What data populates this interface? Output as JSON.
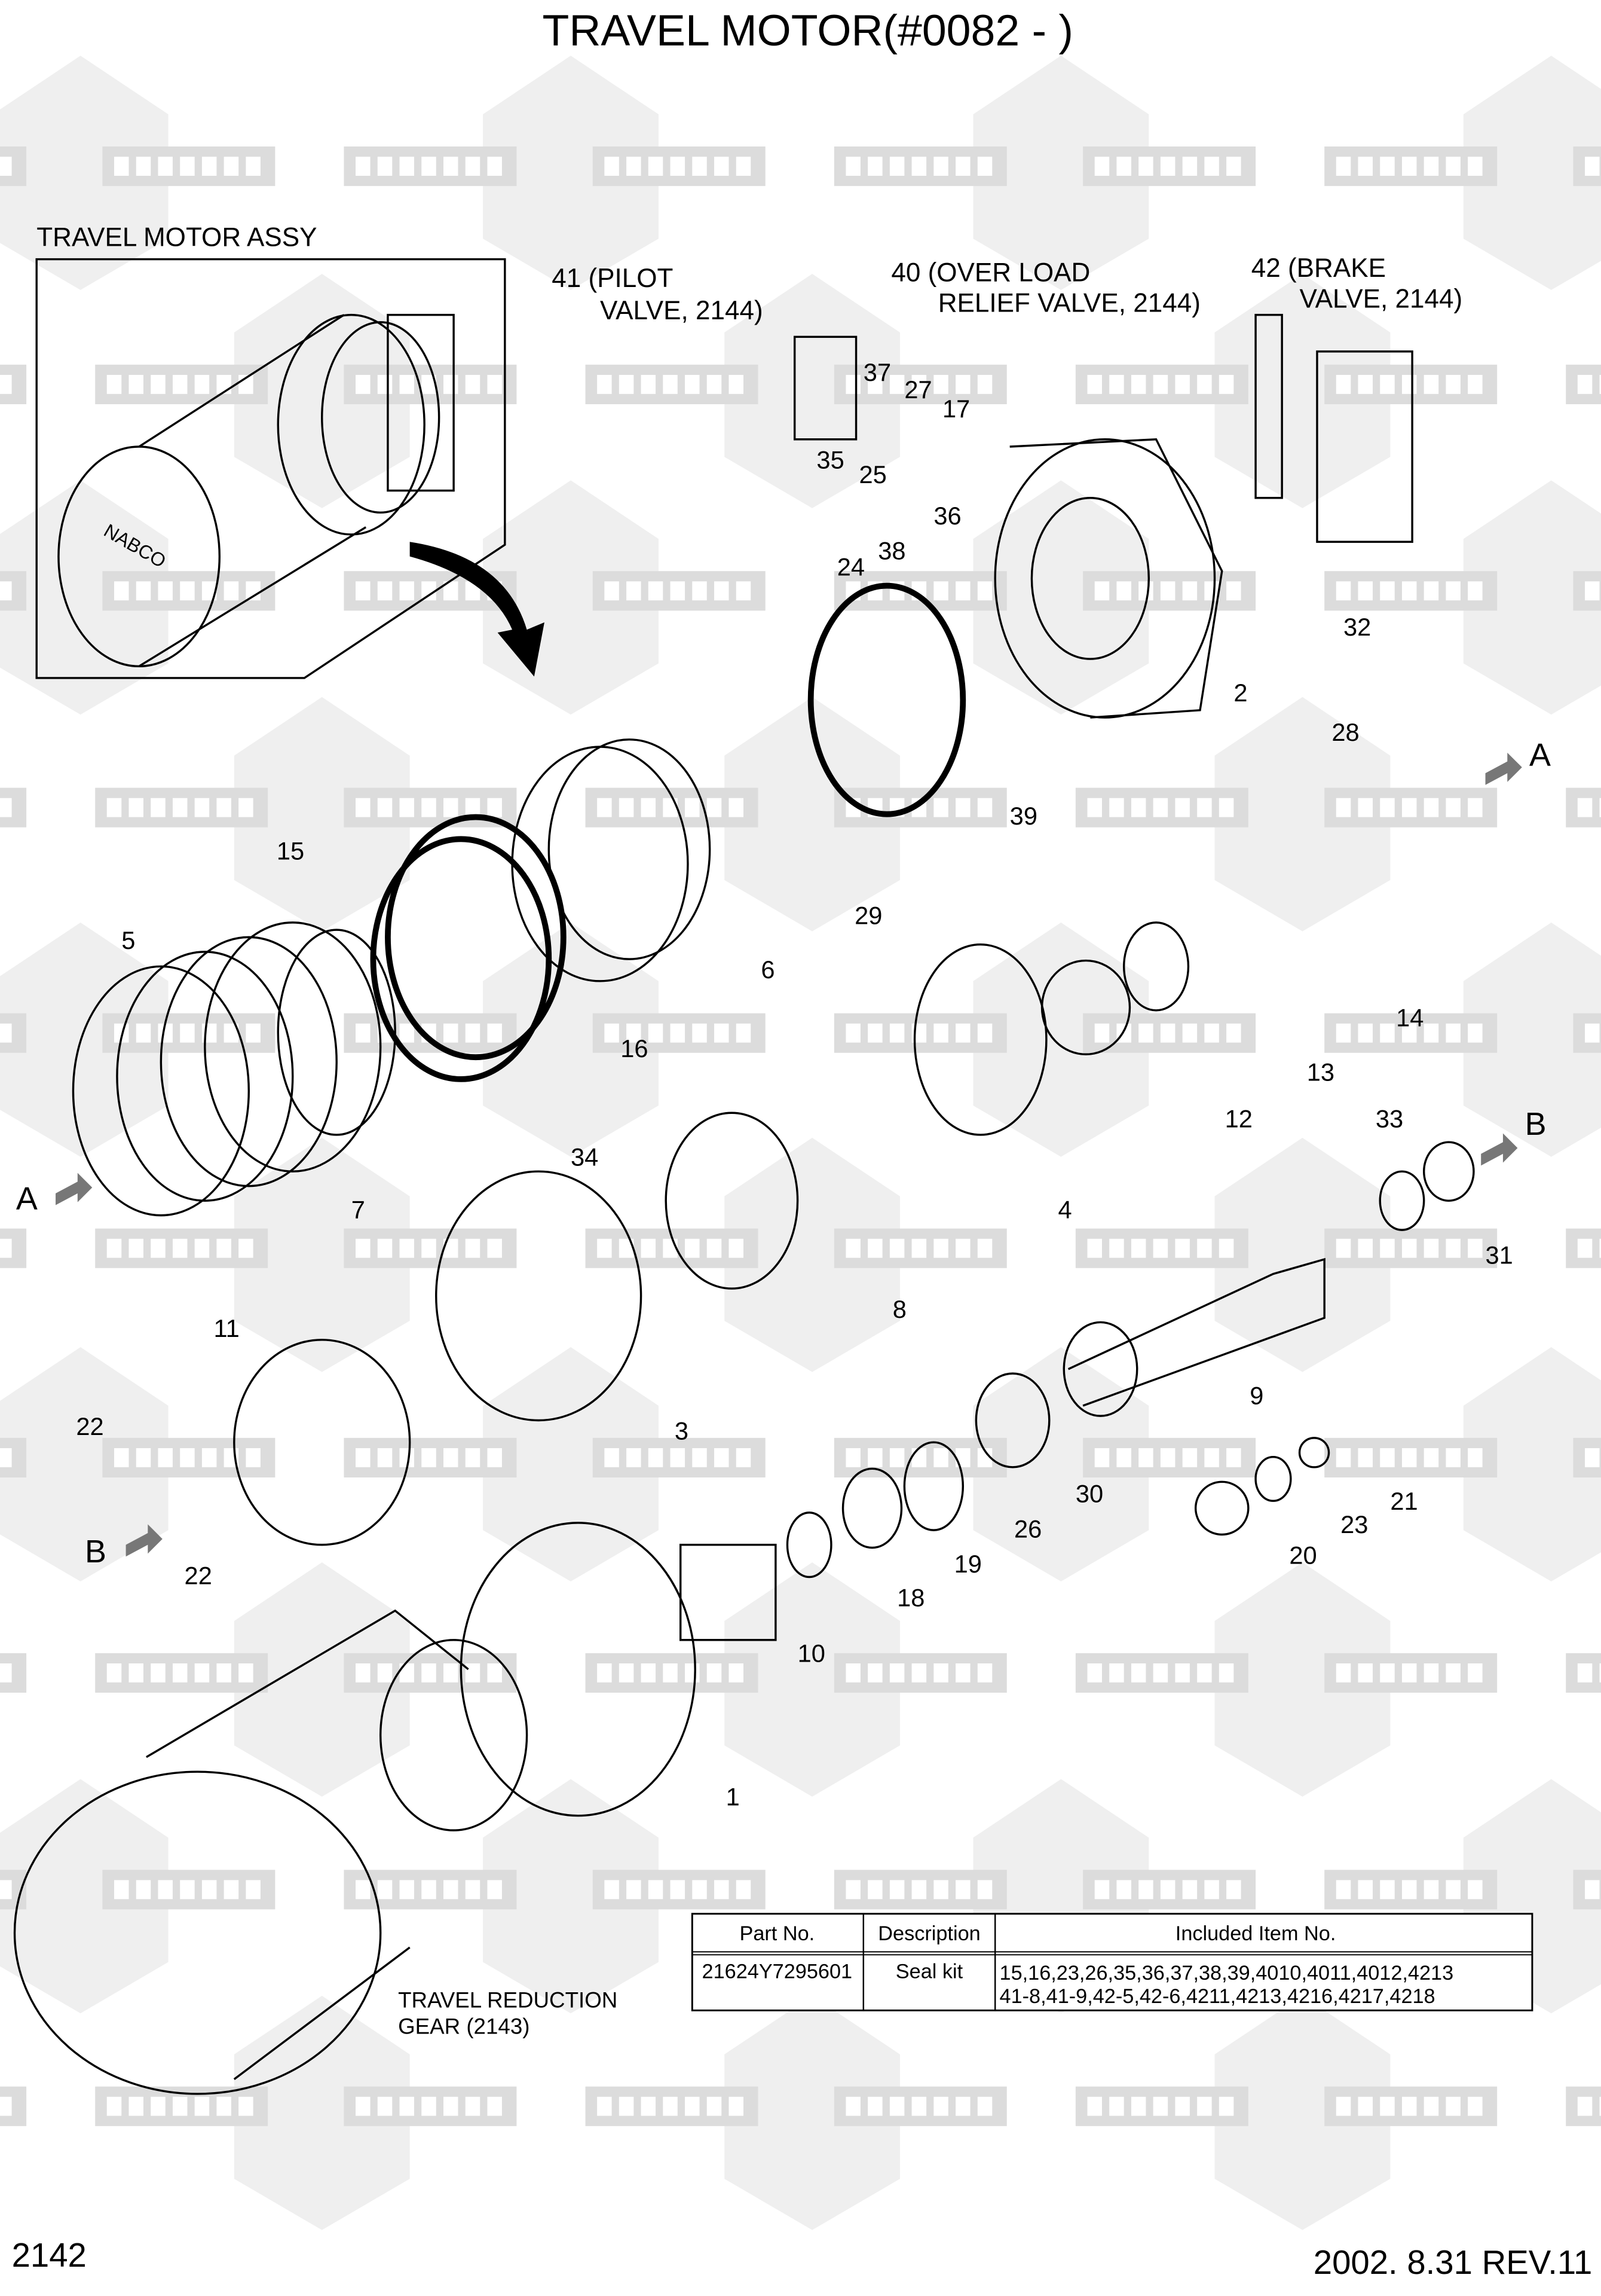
{
  "title": "TRAVEL MOTOR(#0082 - )",
  "assy_label": "TRAVEL MOTOR ASSY",
  "assy_brand": "NABCO",
  "valve_labels": {
    "pilot": [
      "41 (PILOT",
      "VALVE, 2144)"
    ],
    "overload": [
      "40 (OVER LOAD",
      "RELIEF VALVE, 2144)"
    ],
    "brake": [
      "42 (BRAKE",
      "VALVE, 2144)"
    ]
  },
  "reduction_label": [
    "TRAVEL REDUCTION",
    "GEAR (2143)"
  ],
  "callouts": [
    "37",
    "27",
    "17",
    "35",
    "25",
    "36",
    "38",
    "24",
    "32",
    "2",
    "28",
    "A",
    "39",
    "15",
    "29",
    "6",
    "5",
    "14",
    "16",
    "13",
    "12",
    "33",
    "B",
    "34",
    "A",
    "7",
    "4",
    "31",
    "8",
    "11",
    "9",
    "3",
    "22",
    "21",
    "30",
    "23",
    "26",
    "B",
    "20",
    "19",
    "22",
    "18",
    "10",
    "1"
  ],
  "table": {
    "headers": [
      "Part No.",
      "Description",
      "Included Item No."
    ],
    "rows": [
      {
        "part_no": "21624Y7295601",
        "description": "Seal kit",
        "items": [
          "15,16,23,26,35,36,37,38,39,4010,4011,4012,4213",
          "41-8,41-9,42-5,42-6,4211,4213,4216,4217,4218"
        ]
      }
    ]
  },
  "footer": {
    "page": "2142",
    "date_rev": "2002. 8.31  REV.11"
  },
  "watermark": [
    "KOMПAPT",
    "COMPART"
  ],
  "colors": {
    "watermark": "#dcdcdc",
    "line": "#000000"
  }
}
